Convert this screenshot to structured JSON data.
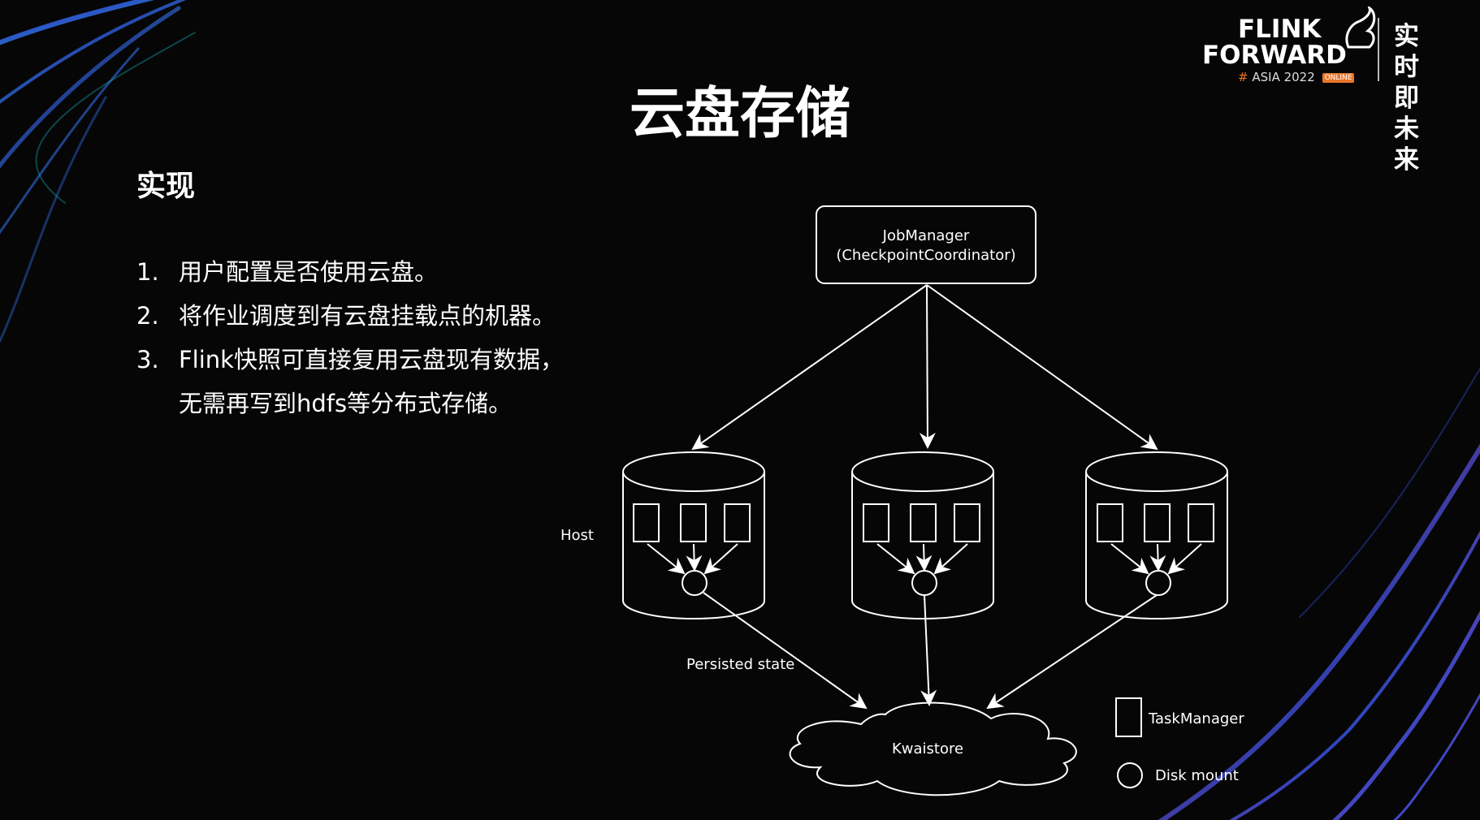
{
  "logo": {
    "line1": "FLINK",
    "line2": "FORWARD",
    "hash": "#",
    "subtitle": "ASIA 2022",
    "badge": "ONLINE",
    "cn_tagline": "实时即未来"
  },
  "slide": {
    "title": "云盘存储",
    "section_heading": "实现",
    "steps": [
      {
        "num": "1.",
        "lines": [
          "用户配置是否使用云盘。"
        ]
      },
      {
        "num": "2.",
        "lines": [
          "将作业调度到有云盘挂载点的机器。"
        ]
      },
      {
        "num": "3.",
        "lines": [
          "Flink快照可直接复用云盘现有数据，",
          "无需再写到hdfs等分布式存储。"
        ]
      }
    ]
  },
  "diagram": {
    "jobmanager": {
      "line1": "JobManager",
      "line2": "(CheckpointCoordinator)"
    },
    "host_label": "Host",
    "persisted_label": "Persisted state",
    "storage_label": "Kwaistore",
    "legend": {
      "taskmanager": "TaskManager",
      "disk_mount": "Disk mount"
    }
  },
  "colors": {
    "background": "#060606",
    "text": "#ffffff",
    "stroke": "#ffffff",
    "accent": "#e8762a"
  }
}
